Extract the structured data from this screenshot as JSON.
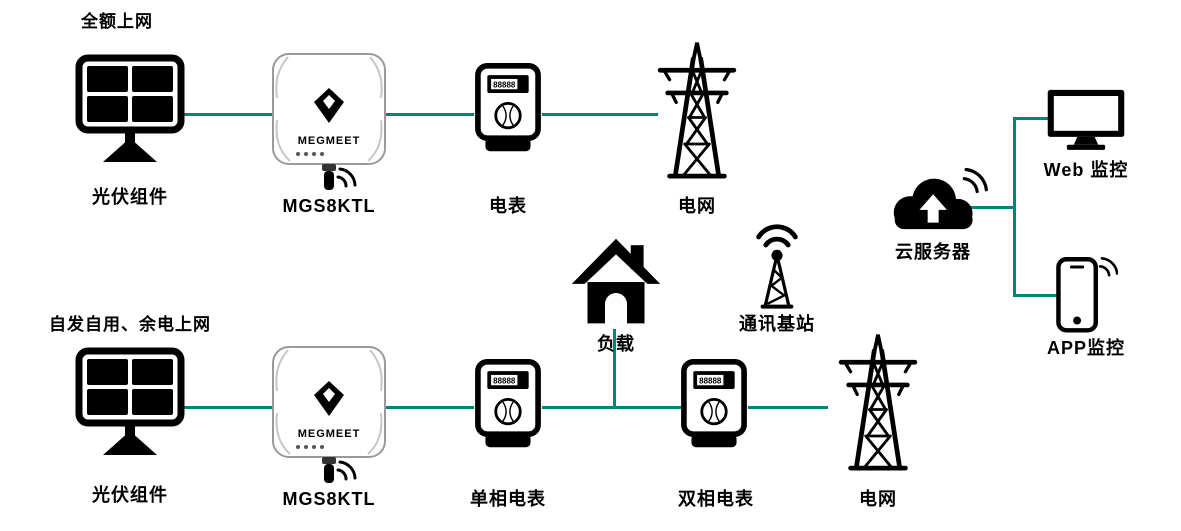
{
  "colors": {
    "connector": "#00857A",
    "icon": "#000000",
    "background": "#FFFFFF"
  },
  "scenario_top": {
    "title": "全额上网",
    "pv_label": "光伏组件",
    "inverter_label": "MGS8KTL",
    "meter_label": "电表",
    "grid_label": "电网"
  },
  "scenario_bottom": {
    "title": "自发自用、余电上网",
    "pv_label": "光伏组件",
    "inverter_label": "MGS8KTL",
    "single_meter_label": "单相电表",
    "dual_meter_label": "双相电表",
    "grid_label": "电网",
    "load_label": "负载"
  },
  "base_station": {
    "label": "通讯基站"
  },
  "cloud": {
    "label": "云服务器"
  },
  "monitoring": {
    "web_label": "Web 监控",
    "app_label": "APP监控"
  },
  "inverter": {
    "brand": "MEGMEET"
  },
  "meter": {
    "display": "88888"
  }
}
